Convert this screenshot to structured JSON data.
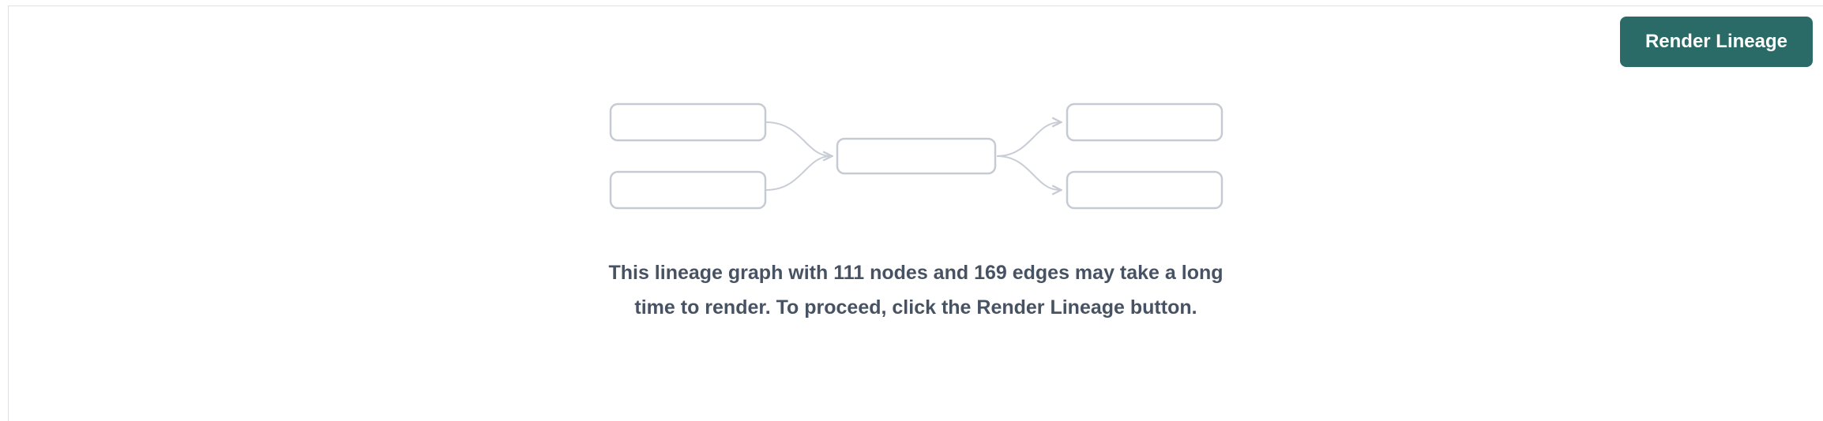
{
  "header": {
    "render_button_label": "Render Lineage"
  },
  "message": {
    "text": "This lineage graph with 111 nodes and 169 edges may take a long time to render. To proceed, click the Render Lineage button."
  },
  "graph_stats": {
    "nodes": 111,
    "edges": 169
  },
  "colors": {
    "accent_teal": "#2a6b68",
    "panel_border": "#dde1e7",
    "illustration_stroke": "#c6cbd3",
    "text": "#475263"
  },
  "illustration": {
    "name": "lineage-graph-placeholder",
    "description": "two source nodes feeding one middle node feeding two target nodes"
  }
}
